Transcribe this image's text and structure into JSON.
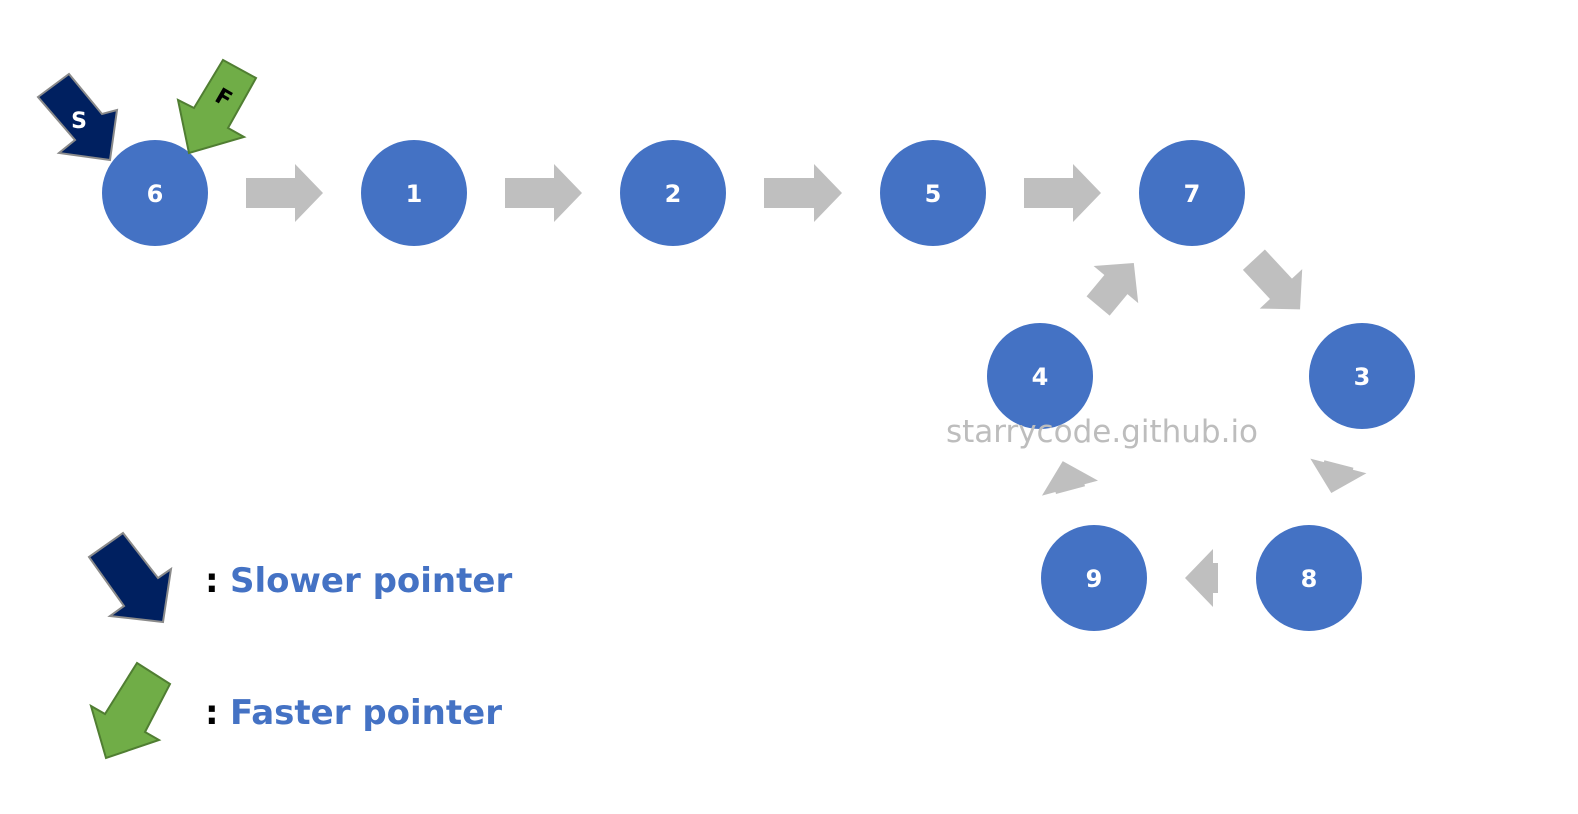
{
  "diagram": {
    "nodes": [
      {
        "id": "n6",
        "label": "6"
      },
      {
        "id": "n1",
        "label": "1"
      },
      {
        "id": "n2",
        "label": "2"
      },
      {
        "id": "n5",
        "label": "5"
      },
      {
        "id": "n7",
        "label": "7"
      },
      {
        "id": "n3",
        "label": "3"
      },
      {
        "id": "n8",
        "label": "8"
      },
      {
        "id": "n9",
        "label": "9"
      },
      {
        "id": "n4",
        "label": "4"
      }
    ],
    "edges": [
      {
        "from": "n6",
        "to": "n1"
      },
      {
        "from": "n1",
        "to": "n2"
      },
      {
        "from": "n2",
        "to": "n5"
      },
      {
        "from": "n5",
        "to": "n7"
      },
      {
        "from": "n7",
        "to": "n3"
      },
      {
        "from": "n3",
        "to": "n8"
      },
      {
        "from": "n8",
        "to": "n9"
      },
      {
        "from": "n9",
        "to": "n4"
      },
      {
        "from": "n4",
        "to": "n7"
      }
    ],
    "pointers": {
      "slow": {
        "letter": "S",
        "at": "n6",
        "color": "#002060"
      },
      "fast": {
        "letter": "F",
        "at": "n6",
        "color": "#70ad47"
      }
    },
    "node_color": "#4472c4",
    "arrow_color": "#bfbfbf"
  },
  "watermark": "starrycode.github.io",
  "legend": {
    "slow": {
      "colon": ":",
      "label": "Slower pointer",
      "icon": "dark-navy-arrow-icon"
    },
    "fast": {
      "colon": ":",
      "label": "Faster pointer",
      "icon": "green-arrow-icon"
    }
  },
  "colors": {
    "legend_label": "#4472c4"
  }
}
